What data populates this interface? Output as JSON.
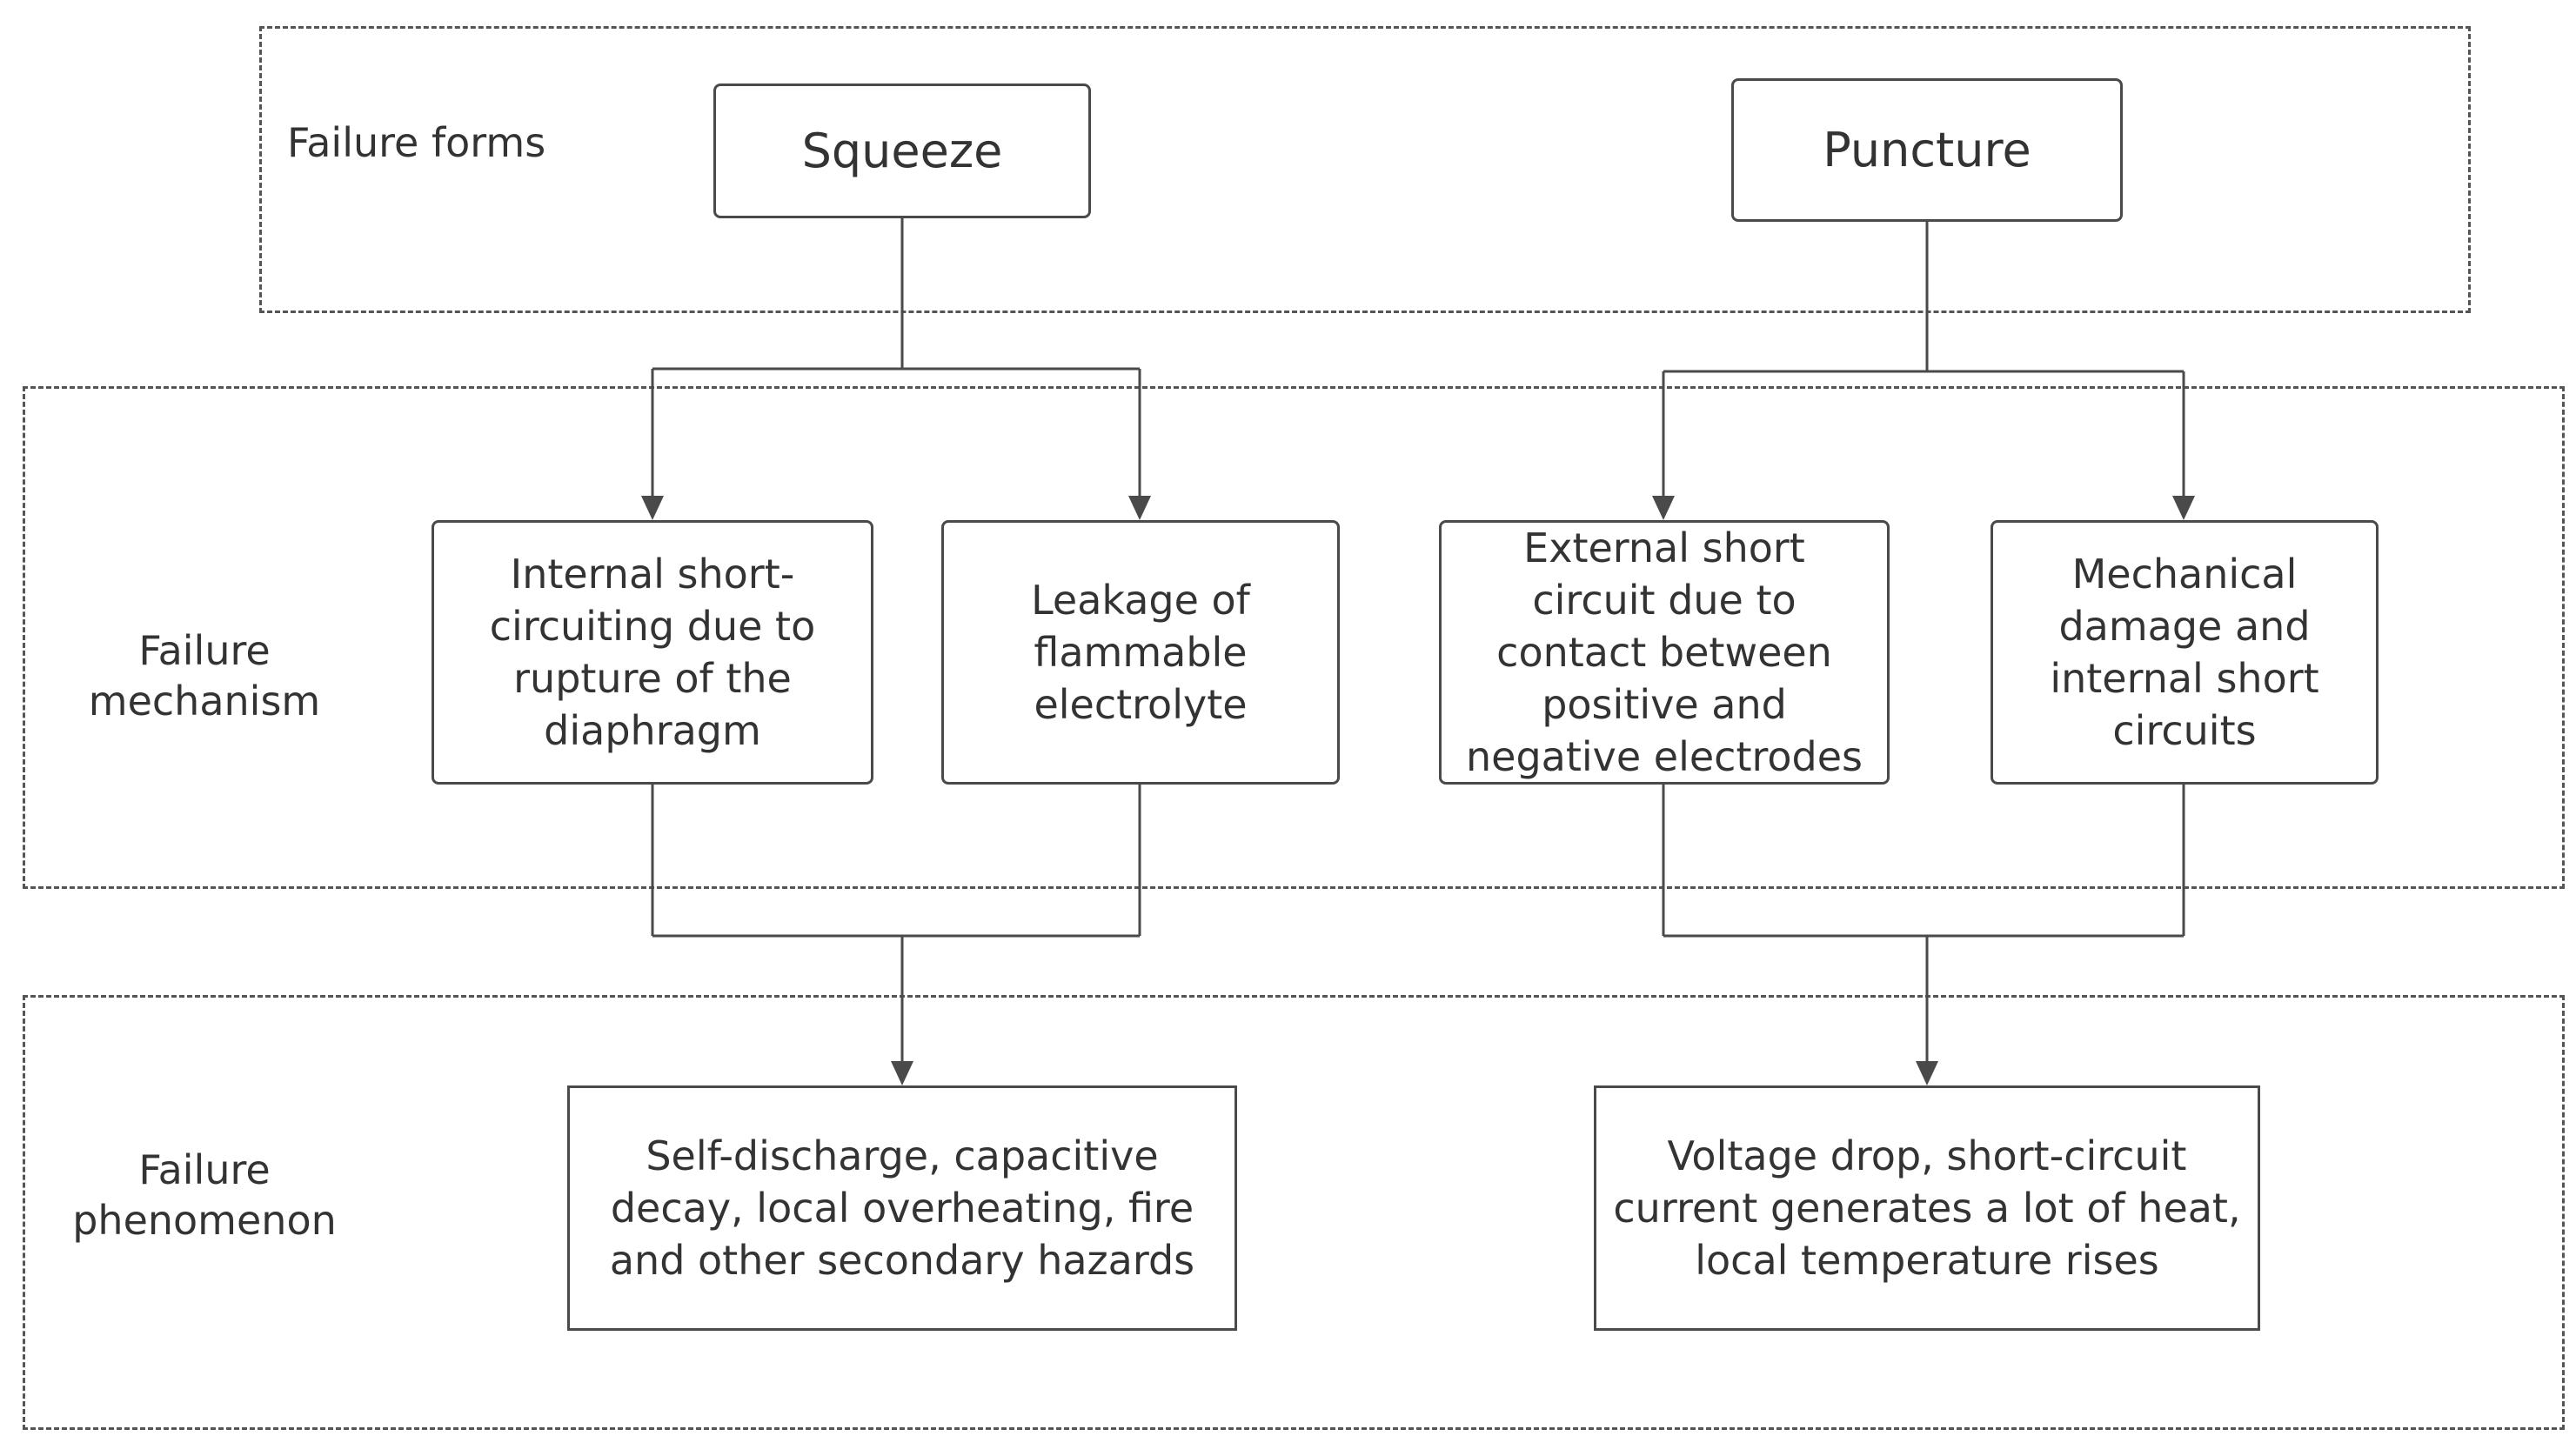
{
  "bands": {
    "forms": "Failure forms",
    "mechanism": "Failure\nmechanism",
    "phenomenon": "Failure\nphenomenon"
  },
  "nodes": {
    "squeeze": "Squeeze",
    "puncture": "Puncture",
    "internal_short_circuit": "Internal short-\ncircuiting due to\nrupture of the\ndiaphragm",
    "electrolyte_leakage": "Leakage of\nflammable\nelectrolyte",
    "external_short_circuit": "External short\ncircuit due to\ncontact between\npositive and\nnegative electrodes",
    "mechanical_damage": "Mechanical\ndamage and\ninternal short\ncircuits",
    "squeeze_phenomenon": "Self-discharge, capacitive\ndecay, local overheating, fire\nand other secondary hazards",
    "puncture_phenomenon": "Voltage drop, short-circuit\ncurrent generates a lot of heat,\nlocal temperature rises"
  },
  "colors": {
    "line": "#4a4a4a",
    "dashed_border": "#555555",
    "text": "#333333",
    "background": "#ffffff"
  }
}
